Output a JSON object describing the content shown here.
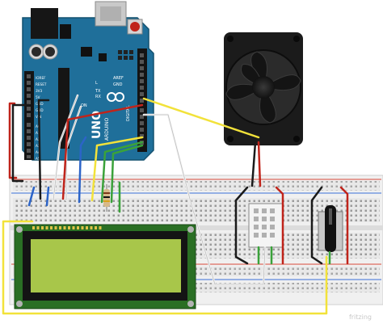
{
  "title": "",
  "arduino": {
    "board_name": "UNO",
    "brand": "ARDUINO",
    "header_pins_left": [
      "IOREF",
      "RESET",
      "3V3",
      "5V",
      "GND",
      "GND",
      "VIN",
      "A0",
      "A1",
      "A2",
      "A3",
      "A4",
      "A5"
    ],
    "label_aref": "AREF",
    "label_gnd": "GND",
    "label_tx": "TX",
    "label_rx": "RX",
    "label_on": "ON",
    "label_l": "L",
    "label_digital": "DIGITAL"
  },
  "components": {
    "fan": "fan-icon",
    "lcd": "lcd-16x2-icon",
    "sensor": "dht-sensor-icon",
    "potentiometer": "potentiometer-icon",
    "resistor": "resistor-icon",
    "breadboard": "breadboard-icon"
  },
  "watermark": "fritzing",
  "colors": {
    "board_blue": "#1f6f9a",
    "lcd_green": "#a8c64a",
    "wire_yellow": "#f2e23a",
    "wire_red": "#c0241b",
    "wire_black": "#1a1a1a",
    "wire_blue": "#2c64c8",
    "wire_green": "#3aa23a",
    "wire_white": "#f4f4f4"
  }
}
